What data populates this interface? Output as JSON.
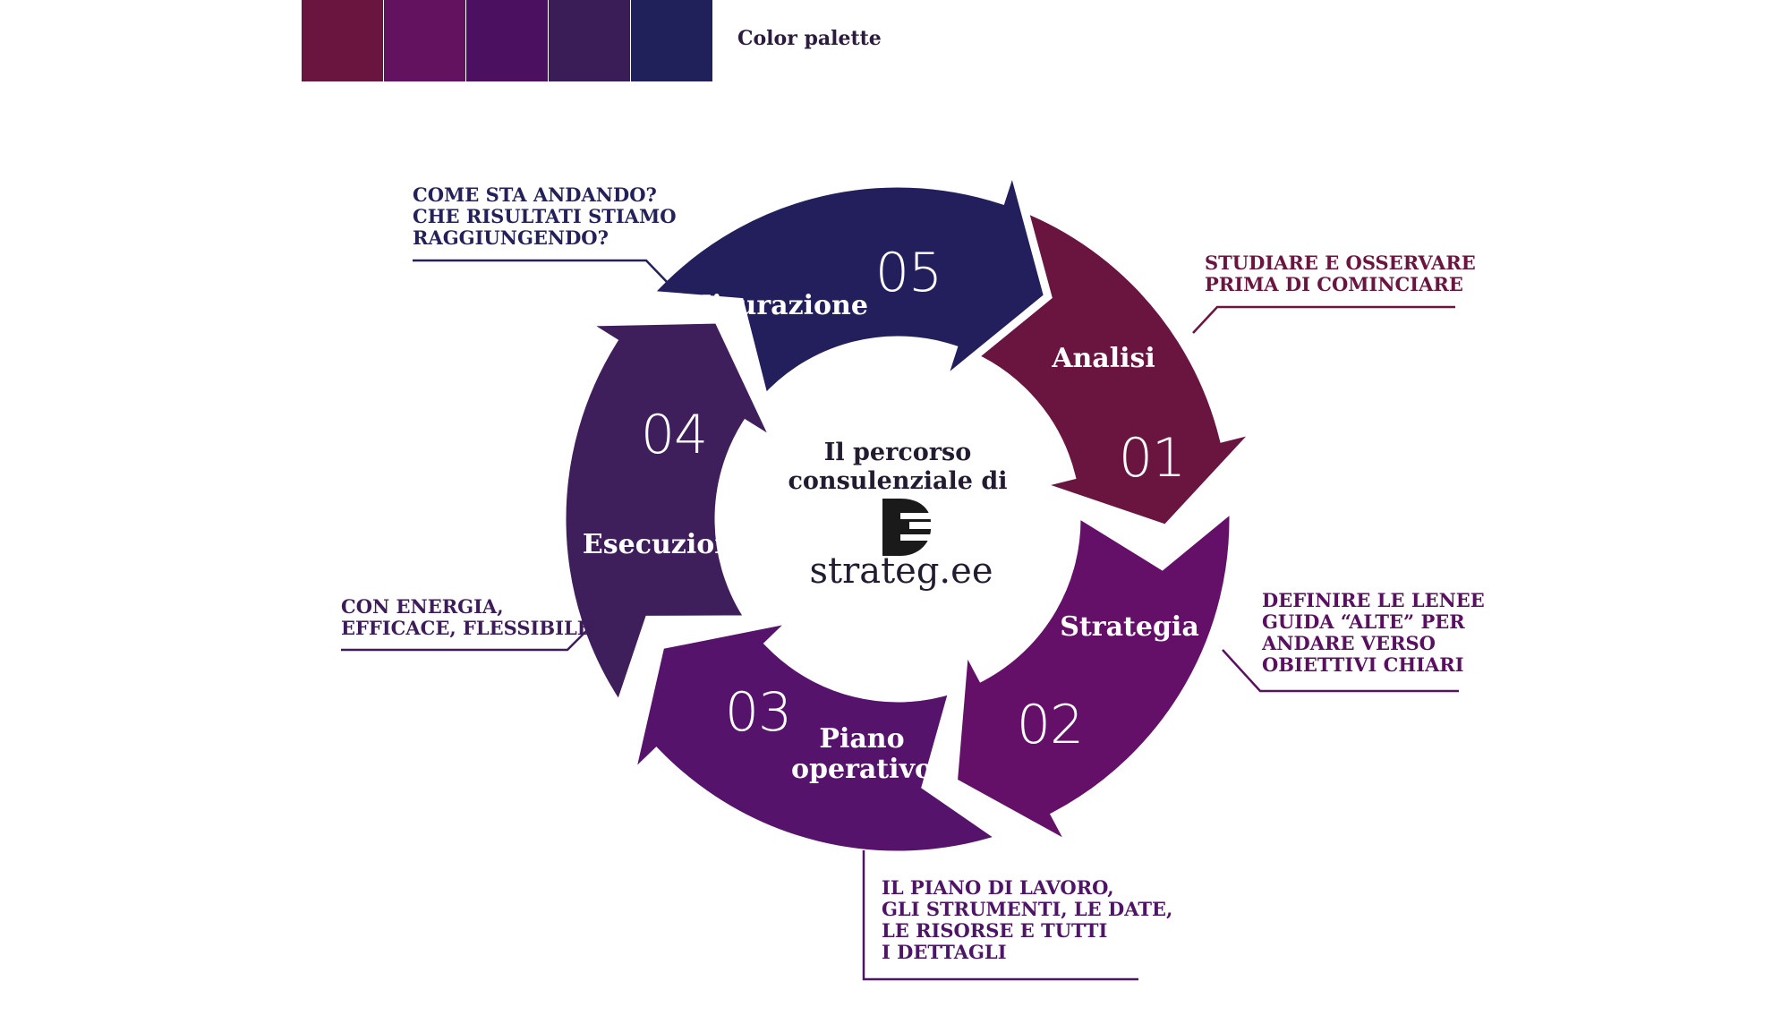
{
  "palette": {
    "label": "Color palette",
    "swatches": [
      "#6a1440",
      "#63125f",
      "#4b1060",
      "#3a1c57",
      "#20205a"
    ]
  },
  "center": {
    "title_line1": "Il percorso",
    "title_line2": "consulenziale di",
    "brand": "strateg.ee",
    "logo_icon": "strateg-ee-logo-icon"
  },
  "steps": [
    {
      "number": "01",
      "name": "Analisi",
      "color": "#6a1440",
      "note": [
        "STUDIARE E OSSERVARE",
        "PRIMA DI COMINCIARE"
      ],
      "note_color": "#6a1440"
    },
    {
      "number": "02",
      "name": "Strategia",
      "color": "#640f68",
      "note": [
        "DEFINIRE LE LENEE",
        "GUIDA “ALTE” PER",
        "ANDARE VERSO",
        "OBIETTIVI CHIARI"
      ],
      "note_color": "#5a1060"
    },
    {
      "number": "03",
      "name_lines": [
        "Piano",
        "operativo"
      ],
      "color": "#56136b",
      "note": [
        "IL PIANO DI LAVORO,",
        "GLI STRUMENTI, LE DATE,",
        "LE RISORSE E TUTTI",
        "I DETTAGLI"
      ],
      "note_color": "#4e1466"
    },
    {
      "number": "04",
      "name": "Esecuzione",
      "color": "#3f1e5c",
      "note": [
        "CON ENERGIA,",
        "EFFICACE, FLESSIBILE"
      ],
      "note_color": "#3d1d59"
    },
    {
      "number": "05",
      "name": "Misurazione",
      "color": "#231e5c",
      "note": [
        "COME STA ANDANDO?",
        "CHE RISULTATI STIAMO",
        "RAGGIUNGENDO?"
      ],
      "note_color": "#23205a"
    }
  ]
}
